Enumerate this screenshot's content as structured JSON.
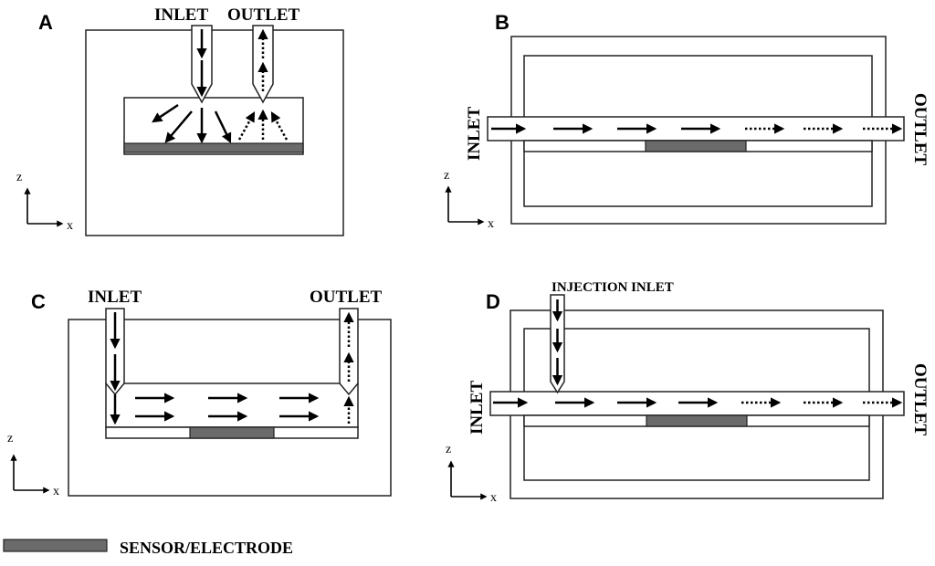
{
  "panels": {
    "A": {
      "letter": "A",
      "inlet": "INLET",
      "outlet": "OUTLET"
    },
    "B": {
      "letter": "B",
      "inlet": "INLET",
      "outlet": "OUTLET"
    },
    "C": {
      "letter": "C",
      "inlet": "INLET",
      "outlet": "OUTLET"
    },
    "D": {
      "letter": "D",
      "inlet": "INLET",
      "outlet": "OUTLET",
      "injection_inlet": "INJECTION INLET"
    }
  },
  "axes": {
    "z": "z",
    "x": "x"
  },
  "legend": {
    "sensor_label": "SENSOR/ELECTRODE"
  }
}
